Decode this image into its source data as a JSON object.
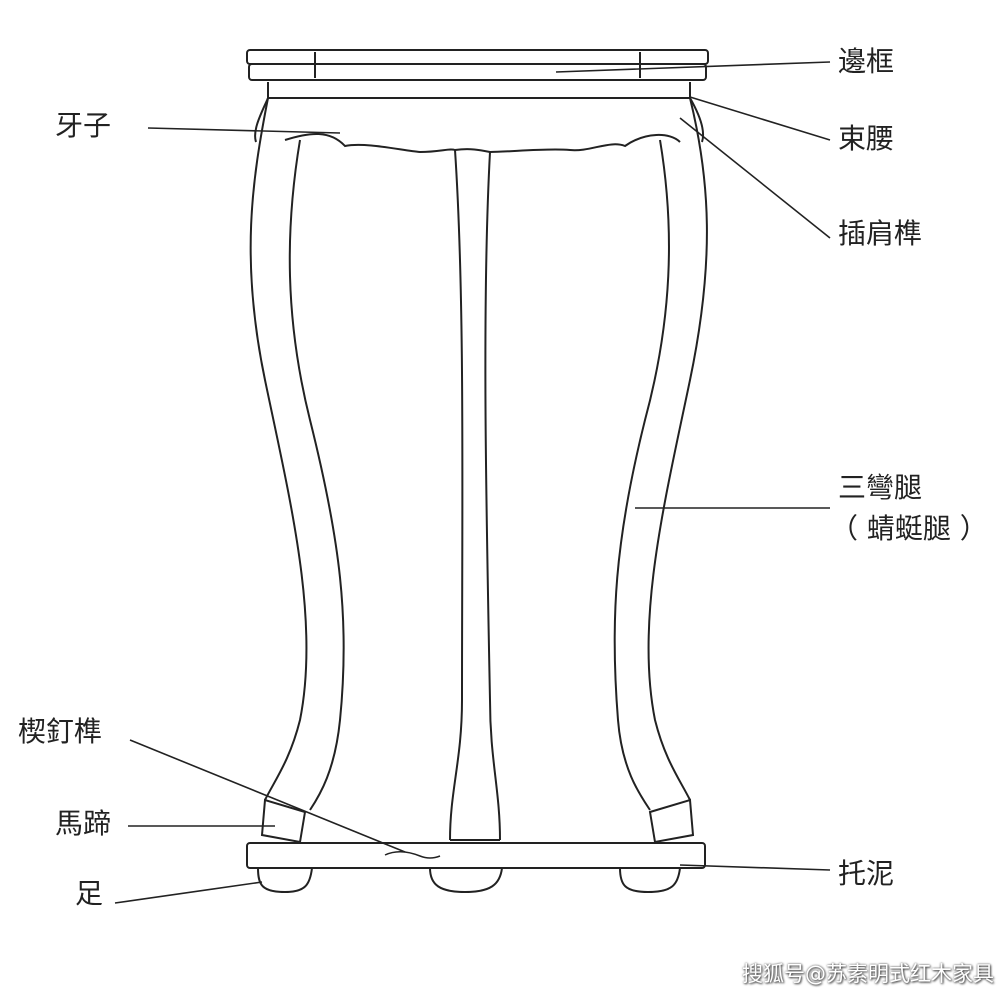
{
  "labels": {
    "bian_kuang": "邊框",
    "shu_yao": "束腰",
    "cha_jian_sun": "插肩榫",
    "ya_zi": "牙子",
    "san_wan_tui": "三彎腿",
    "qing_ting_tui": "（ 蜻蜓腿 ）",
    "xie_ding_sun": "楔釘榫",
    "ma_ti": "馬蹄",
    "zu": "足",
    "tuo_ni": "托泥"
  },
  "watermark": "搜狐号@苏素明式红木家具"
}
